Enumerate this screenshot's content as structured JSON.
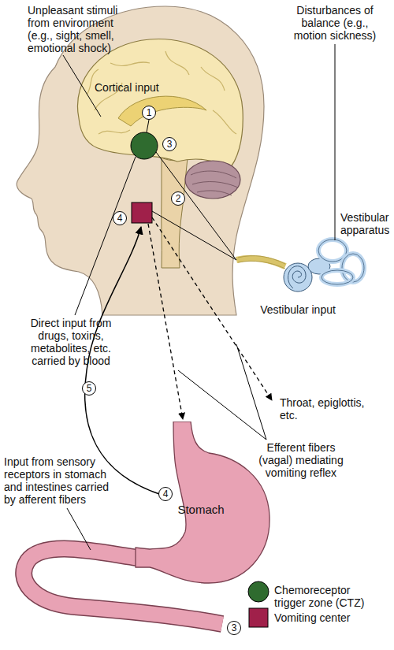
{
  "diagram": {
    "nodes": [
      {
        "text": [
          "Stomach"
        ]
      }
    ],
    "labels": [
      "Unpleasant stimuli from environment (e.g., sight, smell, emotional shock)",
      "Cortical input",
      "1",
      "Disturbances of balance (e.g., motion sickness)",
      "3",
      "2",
      "Vestibular apparatus",
      "4",
      "Vestibular input",
      "Direct input from drugs, toxins, metabolites, etc. carried by blood",
      "Throat, epiglottis, etc.",
      "5",
      "Input from sensory receptors in stomach and intestines carried by afferent fibers",
      "Efferent fibers (vagal) mediating vomiting reflex",
      "4",
      "3"
    ],
    "legend": [
      {
        "text": "Chemoreceptor trigger zone (CTZ)",
        "color": "#2f6b2f"
      },
      {
        "text": "Vomiting center",
        "color": "#a0204a"
      }
    ]
  }
}
